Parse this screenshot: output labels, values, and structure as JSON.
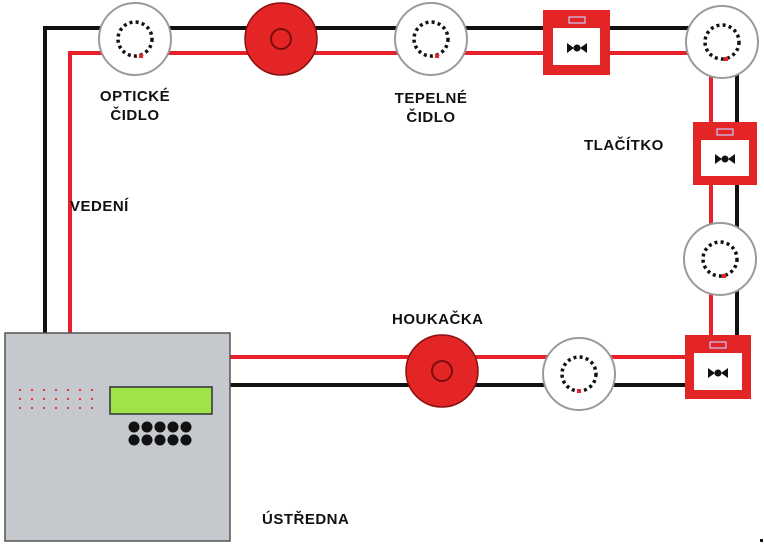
{
  "colors": {
    "wire_black": "#111111",
    "wire_red": "#e8202a",
    "device_red": "#e42526",
    "panel_fill": "#c5c9cd",
    "display_green": "#9fe349",
    "detector_white": "#ffffff"
  },
  "labels": {
    "optical_sensor_line1": "OPTICKÉ",
    "optical_sensor_line2": "ČIDLO",
    "thermal_sensor_line1": "TEPELNÉ",
    "thermal_sensor_line2": "ČIDLO",
    "button": "TLAČÍTKO",
    "wiring": "VEDENÍ",
    "siren": "HOUKAČKA",
    "control_panel": "ÚSTŘEDNA"
  },
  "icons": {
    "detector": "smoke-detector-icon",
    "siren": "siren-icon",
    "call_point": "manual-call-point-icon",
    "panel": "control-panel-icon"
  }
}
